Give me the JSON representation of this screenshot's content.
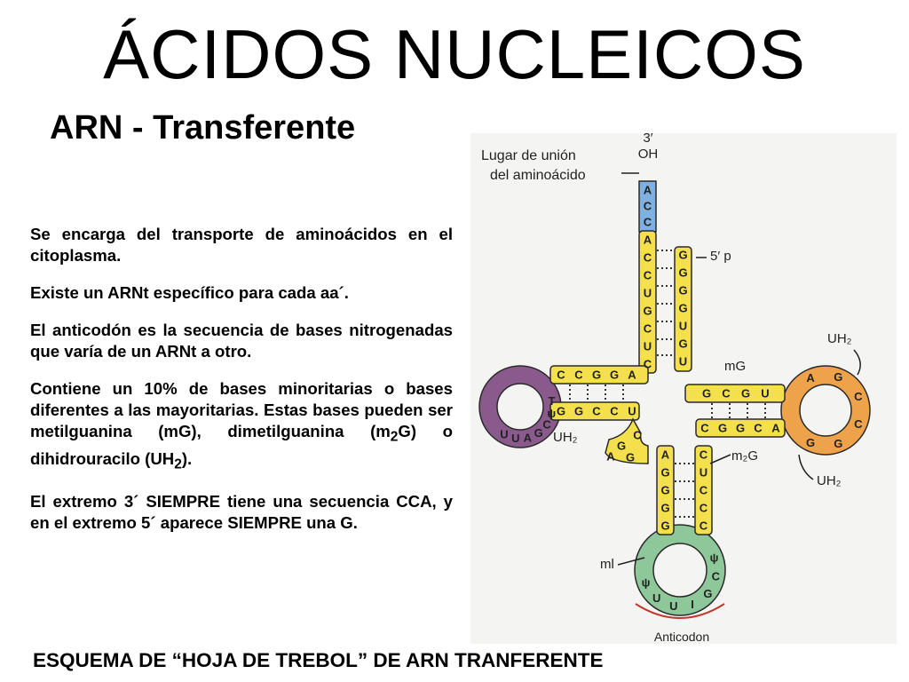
{
  "title": "ÁCIDOS NUCLEICOS",
  "subtitle": "ARN - Transferente",
  "paragraphs": {
    "p1": "Se encarga del transporte de aminoácidos en el citoplasma.",
    "p2": "Existe un ARNt específico para cada aa´.",
    "p3": "El anticodón es la secuencia de bases nitrogenadas que varía de un ARNt a otro.",
    "p4_a": "Contiene un 10% de bases minoritarias o bases diferentes a las mayoritarias. Estas bases pueden ser metilguanina (mG), dimetilguanina (m",
    "p4_sub1": "2",
    "p4_b": "G) o dihidrouracilo (UH",
    "p4_sub2": "2",
    "p4_c": ").",
    "p5": "El extremo 3´ SIEMPRE tiene una secuencia CCA, y en el extremo 5´ aparece SIEMPRE una G."
  },
  "caption": "ESQUEMA DE “HOJA DE TREBOL” DE ARN TRANFERENTE",
  "diagram": {
    "labels": {
      "three_prime": "3′",
      "oh": "OH",
      "binding_site_line1": "Lugar de unión",
      "binding_site_line2": "del aminoácido",
      "five_prime": "5′ p",
      "uh2_top": "UH₂",
      "mg": "mG",
      "uh2_left": "UH₂",
      "m2g": "m₂G",
      "uh2_right": "UH₂",
      "ml": "ml",
      "anticodon": "Anticodon"
    },
    "acceptor_3prime_end": [
      "A",
      "C",
      "C"
    ],
    "acceptor_left": [
      "A",
      "C",
      "C",
      "U",
      "G",
      "C",
      "U",
      "C"
    ],
    "acceptor_right": [
      "G",
      "G",
      "G",
      "G",
      "U",
      "G",
      "U"
    ],
    "d_arm_top": [
      "C",
      "C",
      "G",
      "G",
      "A"
    ],
    "d_arm_bottom": [
      "G",
      "G",
      "C",
      "C",
      "U"
    ],
    "d_loop": [
      "U",
      "U",
      "A",
      "G",
      "C",
      "ψ",
      "T"
    ],
    "t_arm_top": [
      "G",
      "C",
      "G",
      "U"
    ],
    "t_arm_bottom": [
      "C",
      "G",
      "G",
      "C",
      "A"
    ],
    "t_loop": [
      "A",
      "G",
      "C",
      "C",
      "G",
      "G"
    ],
    "variable": [
      "C",
      "G",
      "A",
      "G"
    ],
    "anticodon_left": [
      "A",
      "G",
      "G",
      "G",
      "G"
    ],
    "anticodon_right": [
      "C",
      "U",
      "C",
      "C",
      "C"
    ],
    "anticodon_loop": [
      "ψ",
      "U",
      "U",
      "I",
      "G",
      "C",
      "ψ"
    ],
    "colors": {
      "stem": "#f4e04d",
      "acceptor_end": "#7fb1e0",
      "d_loop": "#8a5a8c",
      "t_loop": "#eea34a",
      "anticodon_loop": "#8ec79a",
      "outline": "#2a2a2a",
      "anticodon_bracket": "#c0392b"
    }
  }
}
